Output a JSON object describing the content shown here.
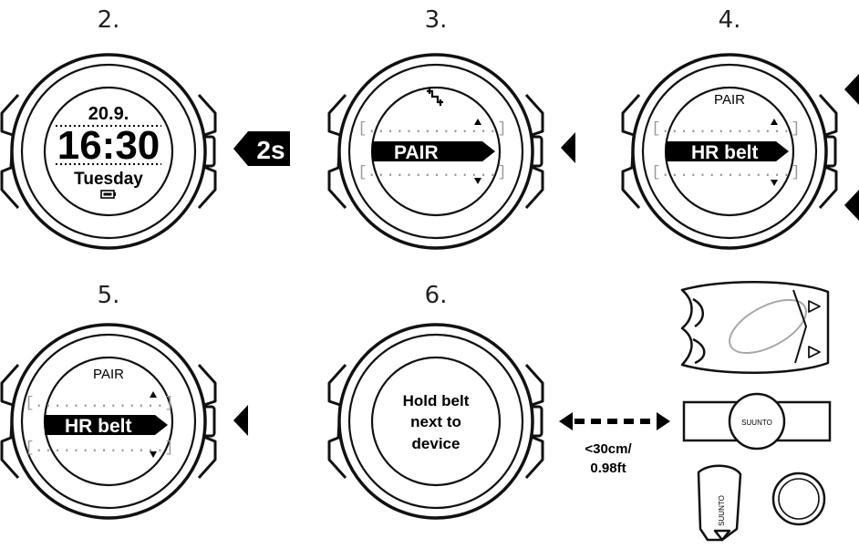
{
  "steps": [
    {
      "number": "2.",
      "date": "20.9.",
      "time": "16:30",
      "day": "Tuesday",
      "button_hint": "2s"
    },
    {
      "number": "3.",
      "menu_item": "PAIR",
      "icon": "pairing-icon"
    },
    {
      "number": "4.",
      "menu_title": "PAIR",
      "menu_item": "HR belt"
    },
    {
      "number": "5.",
      "menu_title": "PAIR",
      "menu_item": "HR belt"
    },
    {
      "number": "6.",
      "instruction_line1": "Hold belt",
      "instruction_line2": "next to",
      "instruction_line3": "device"
    }
  ],
  "distance": {
    "line1": "<30cm/",
    "line2": "0.98ft"
  },
  "brackets": "[..............]",
  "devices": [
    "hr-belt-module",
    "hr-belt-strap",
    "foot-pod",
    "bike-pod"
  ],
  "brand_mark": "SUUNTO",
  "colors": {
    "ink": "#000000",
    "muted": "#9a9a9a",
    "outline": "#111111",
    "sensor_oval": "#a8a8a8"
  }
}
